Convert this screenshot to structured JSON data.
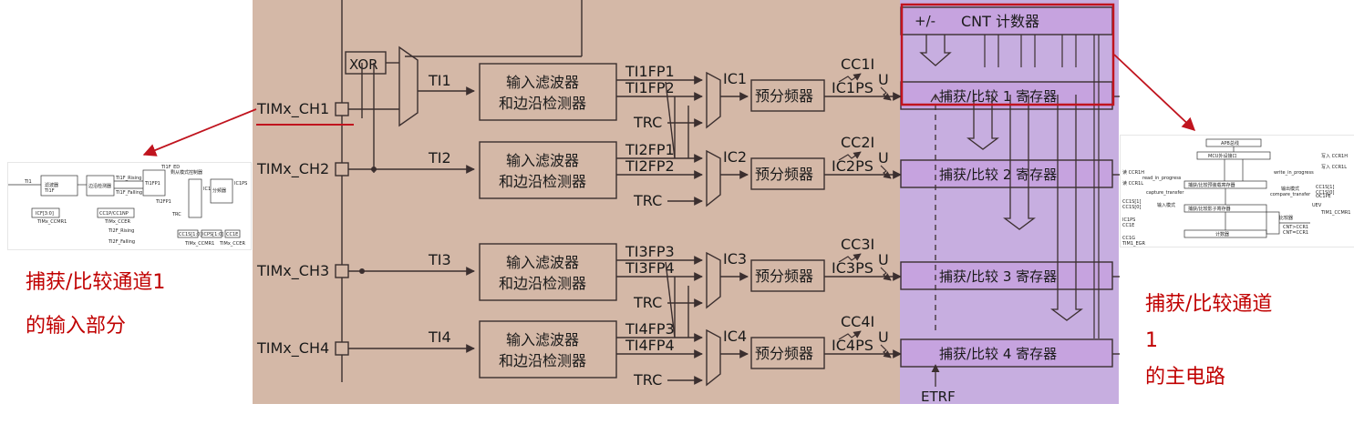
{
  "colors": {
    "diagram_bg": "#d4b8a7",
    "register_bg": "#c7aee0",
    "register_box": "#c6a3df",
    "line": "#3b2f2f",
    "highlight": "#c0141e"
  },
  "channels": [
    {
      "pin": "TIMx_CH1",
      "ti": "TI1",
      "fp_a": "TI1FP1",
      "fp_b": "TI1FP2",
      "ic": "IC1",
      "icps": "IC1PS",
      "cci": "CC1I",
      "reg": "捕获/比较 1 寄存器"
    },
    {
      "pin": "TIMx_CH2",
      "ti": "TI2",
      "fp_a": "TI2FP1",
      "fp_b": "TI2FP2",
      "ic": "IC2",
      "icps": "IC2PS",
      "cci": "CC2I",
      "reg": "捕获/比较 2 寄存器"
    },
    {
      "pin": "TIMx_CH3",
      "ti": "TI3",
      "fp_a": "TI3FP3",
      "fp_b": "TI3FP4",
      "ic": "IC3",
      "icps": "IC3PS",
      "cci": "CC3I",
      "reg": "捕获/比较 3 寄存器"
    },
    {
      "pin": "TIMx_CH4",
      "ti": "TI4",
      "fp_a": "TI4FP3",
      "fp_b": "TI4FP4",
      "ic": "IC4",
      "icps": "IC4PS",
      "cci": "CC4I",
      "reg": "捕获/比较 4 寄存器"
    }
  ],
  "labels": {
    "xor": "XOR",
    "filter_line1": "输入滤波器",
    "filter_line2": "和边沿检测器",
    "trc": "TRC",
    "prescaler": "预分频器",
    "update": "U",
    "cnt_sign": "+/-",
    "cnt": "CNT 计数器",
    "etrf": "ETRF"
  },
  "left_caption": [
    "捕获/比较通道1",
    "的输入部分"
  ],
  "right_caption": [
    "捕获/比较通道",
    "1",
    "的主电路"
  ],
  "left_thumb": {
    "labels": [
      "TI1",
      "滤波器",
      "边沿检测器",
      "TI1F",
      "TI1F_Rising",
      "TI1F_Falling",
      "TI1FP1",
      "TI2FP1",
      "TI1F_ED",
      "到从模式控制器",
      "IC1",
      "TRC",
      "ICF[3:0]",
      "TIMx_CCMR1",
      "CC1P/CC1NP",
      "TIMx_CCER",
      "分频器",
      "IC1PS",
      "CC1S[1:0]",
      "ICPS[1:0]",
      "CC1E",
      "TIMx_CCMR1",
      "TIMx_CCER",
      "TI2F_Rising",
      "TI2F_Falling"
    ]
  },
  "right_thumb": {
    "labels": [
      "APB总线",
      "MCU外设接口",
      "捕获/比较预装载寄存器",
      "捕获/比较影子寄存器",
      "计数器",
      "读 CCR1H",
      "读 CCR1L",
      "read_in_progress",
      "write_in_progress",
      "写入 CCR1H",
      "写入 CCR1L",
      "capture_transfer",
      "compare_transfer",
      "输入模式",
      "输出模式",
      "CC1S[1]",
      "CC1S[0]",
      "CC1S[1]",
      "CC1S[0]",
      "IC1PS",
      "CC1E",
      "CC1G",
      "TIM1_EGR",
      "比较器",
      "CNT>CCR1",
      "CNT=CCR1",
      "UEV",
      "OC1PE",
      "TIM1_CCMR1"
    ]
  }
}
